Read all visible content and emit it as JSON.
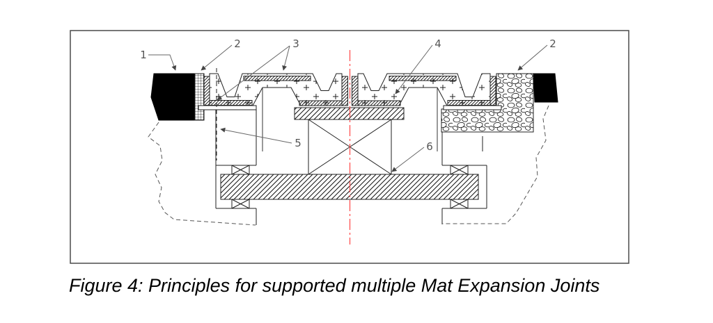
{
  "figure_caption": "Figure 4: Principles for supported multiple Mat Expansion Joints",
  "callouts": {
    "c1": "1",
    "c2_left": "2",
    "c3": "3",
    "c4": "4",
    "c2_right": "2",
    "c5": "5",
    "c6": "6"
  },
  "colors": {
    "centerline": "#ff5252",
    "outline": "#1f1f1f",
    "leader": "#666666"
  }
}
